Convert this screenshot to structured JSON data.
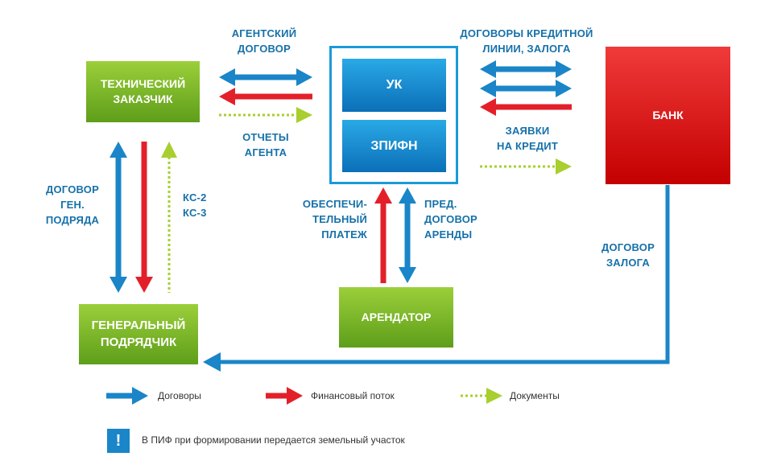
{
  "nodes": {
    "tech_customer": [
      "ТЕХНИЧЕСКИЙ",
      "ЗАКАЗЧИК"
    ],
    "uk": "УК",
    "zpifn": "ЗПИФН",
    "bank": "БАНК",
    "general_contractor": [
      "ГЕНЕРАЛЬНЫЙ",
      "ПОДРЯДЧИК"
    ],
    "tenant": "АРЕНДАТОР"
  },
  "labels": {
    "agency_contract": [
      "АГЕНТСКИЙ",
      "ДОГОВОР"
    ],
    "agent_reports": [
      "ОТЧЕТЫ",
      "АГЕНТА"
    ],
    "credit_contracts": [
      "ДОГОВОРЫ КРЕДИТНОЙ",
      "ЛИНИИ, ЗАЛОГА"
    ],
    "credit_requests": [
      "ЗАЯВКИ",
      "НА КРЕДИТ"
    ],
    "general_contract": [
      "ДОГОВОР",
      "ГЕН.",
      "ПОДРЯДА"
    ],
    "ks_docs": [
      "КС-2",
      "КС-3"
    ],
    "security_payment": [
      "ОБЕСПЕЧИ-",
      "ТЕЛЬНЫЙ",
      "ПЛАТЕЖ"
    ],
    "pre_lease": [
      "ПРЕД.",
      "ДОГОВОР",
      "АРЕНДЫ"
    ],
    "pledge_contract": [
      "ДОГОВОР",
      "ЗАЛОГА"
    ]
  },
  "legend": {
    "contracts": "Договоры",
    "financial_flow": "Финансовый  поток",
    "documents": "Документы"
  },
  "note": {
    "icon": "!",
    "text": "В ПИФ при формировании  передается  земельный  участок"
  },
  "colors": {
    "contract": "#1a85c8",
    "finance": "#e3202a",
    "document": "#a8cf2e",
    "label_text": "#1671a9"
  }
}
